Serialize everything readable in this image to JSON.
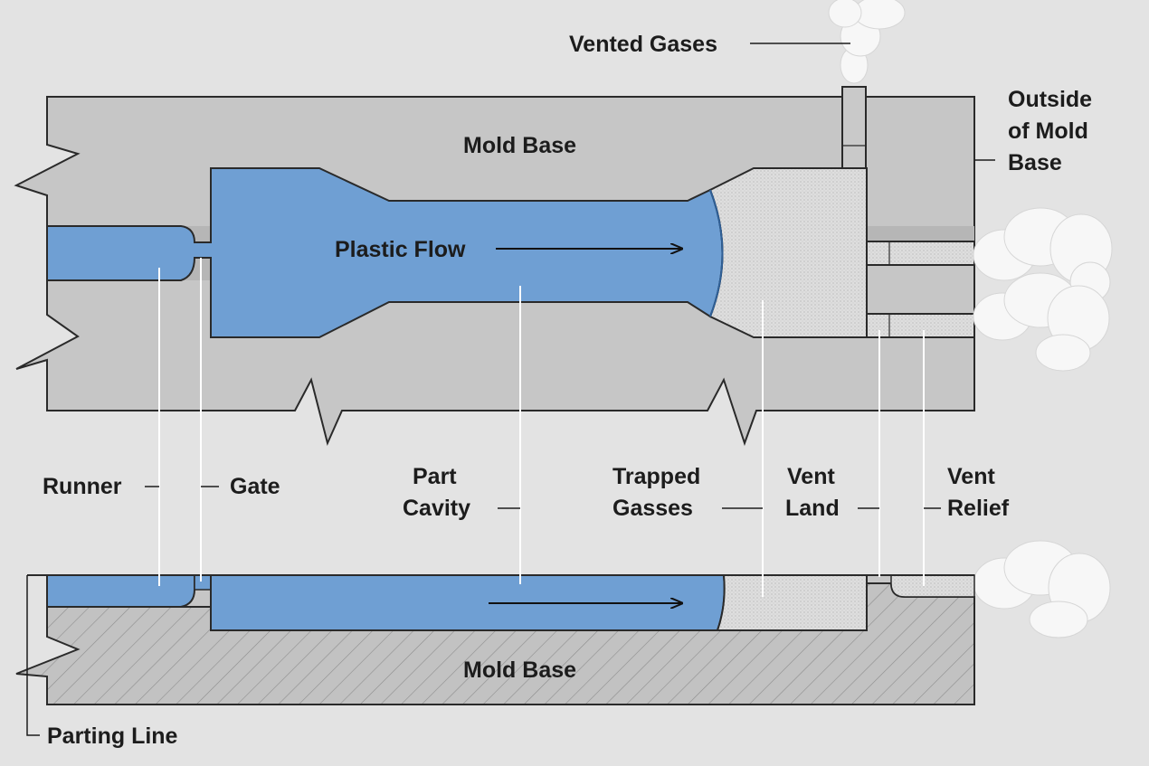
{
  "labels": {
    "vented_gases": "Vented Gases",
    "outside_line1": "Outside",
    "outside_line2": "of Mold",
    "outside_line3": "Base",
    "mold_base_top": "Mold Base",
    "plastic_flow": "Plastic Flow",
    "runner": "Runner",
    "gate": "Gate",
    "part_line1": "Part",
    "part_line2": "Cavity",
    "trapped_line1": "Trapped",
    "trapped_line2": "Gasses",
    "vent_land_line1": "Vent",
    "vent_land_line2": "Land",
    "vent_relief_line1": "Vent",
    "vent_relief_line2": "Relief",
    "mold_base_bottom": "Mold Base",
    "parting_line": "Parting Line"
  },
  "colors": {
    "background": "#e3e3e3",
    "mold_base": "#c6c6c6",
    "plastic": "#6f9fd3",
    "trapped_gas": "#dcdcdc",
    "outline": "#2a2a2a"
  }
}
